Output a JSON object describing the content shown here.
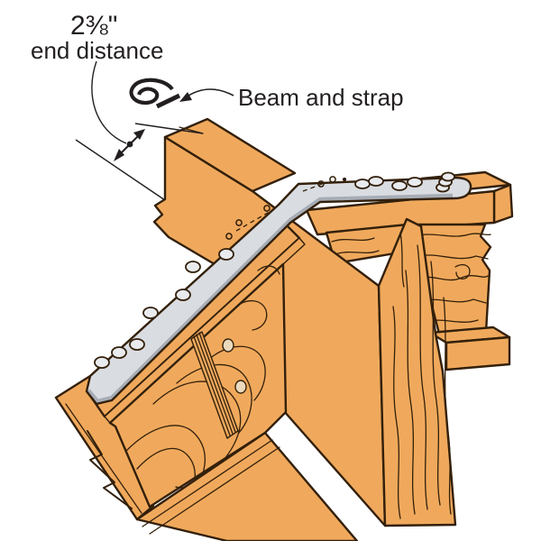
{
  "figure": {
    "type": "construction-detail-illustration",
    "description": "Isometric drawing of a metal twist strap installed from a sloped I-joist rafter over a beam onto a carried I-joist beam",
    "annotations": {
      "dimension_value": "2⅜\"",
      "dimension_caption": "end distance",
      "callout": "Beam and strap"
    },
    "components": {
      "beam": "Beam",
      "rafter": "Sloped I-joist rafter",
      "carried_beam": "I-joist beam",
      "strap": "Metal strap tie",
      "twist_symbol": "Strap twisted over beam top"
    },
    "fasteners": {
      "diagonal_count": 7,
      "horizontal_count": 7,
      "open_holes": 5
    },
    "colors": {
      "wood": "#f0a95c",
      "outline": "#33200b",
      "strap": "#d9dce1",
      "strap_edge": "#a7adb6",
      "fastener": "#e9ebee",
      "hole": "#ead9bd",
      "text": "#231f20",
      "background": "#ffffff"
    }
  }
}
